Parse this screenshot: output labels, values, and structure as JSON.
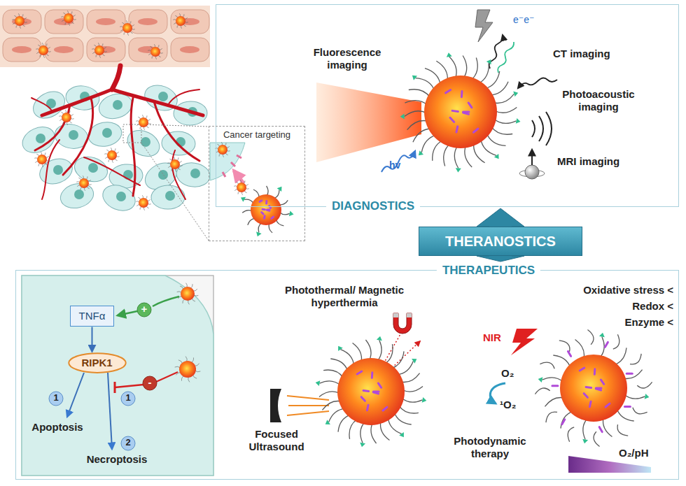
{
  "diagram": {
    "nodes": [
      {
        "text": [
          "DIAGNOSTICS"
        ]
      },
      {
        "text": [
          "Cancer targeting"
        ]
      },
      {
        "text": [
          "THERANOSTICS"
        ]
      },
      {
        "text": [
          "THERAPEUTICS"
        ]
      },
      {
        "text": [
          "TNFα"
        ],
        "in": 3
      },
      {
        "text": [
          "RIPK1"
        ],
        "in": 3
      }
    ],
    "edges": [
      {
        "from": 4,
        "to": 5,
        "arrow": "to"
      }
    ],
    "labels": [
      "e⁻e⁻",
      "Fluorescence imaging",
      "CT imaging",
      "Photoacoustic imaging",
      "hv",
      "MRI imaging",
      "+",
      "1",
      "1",
      "-",
      "Apoptosis",
      "2",
      "Necroptosis",
      "Photothermal/ Magnetic hyperthermia",
      "NIR",
      "Oxidative stress <",
      "Redox <",
      "Enzyme <",
      "O₂",
      "Focused Ultrasound",
      "¹O₂",
      "Photodynamic therapy",
      "O₂/pH"
    ]
  }
}
